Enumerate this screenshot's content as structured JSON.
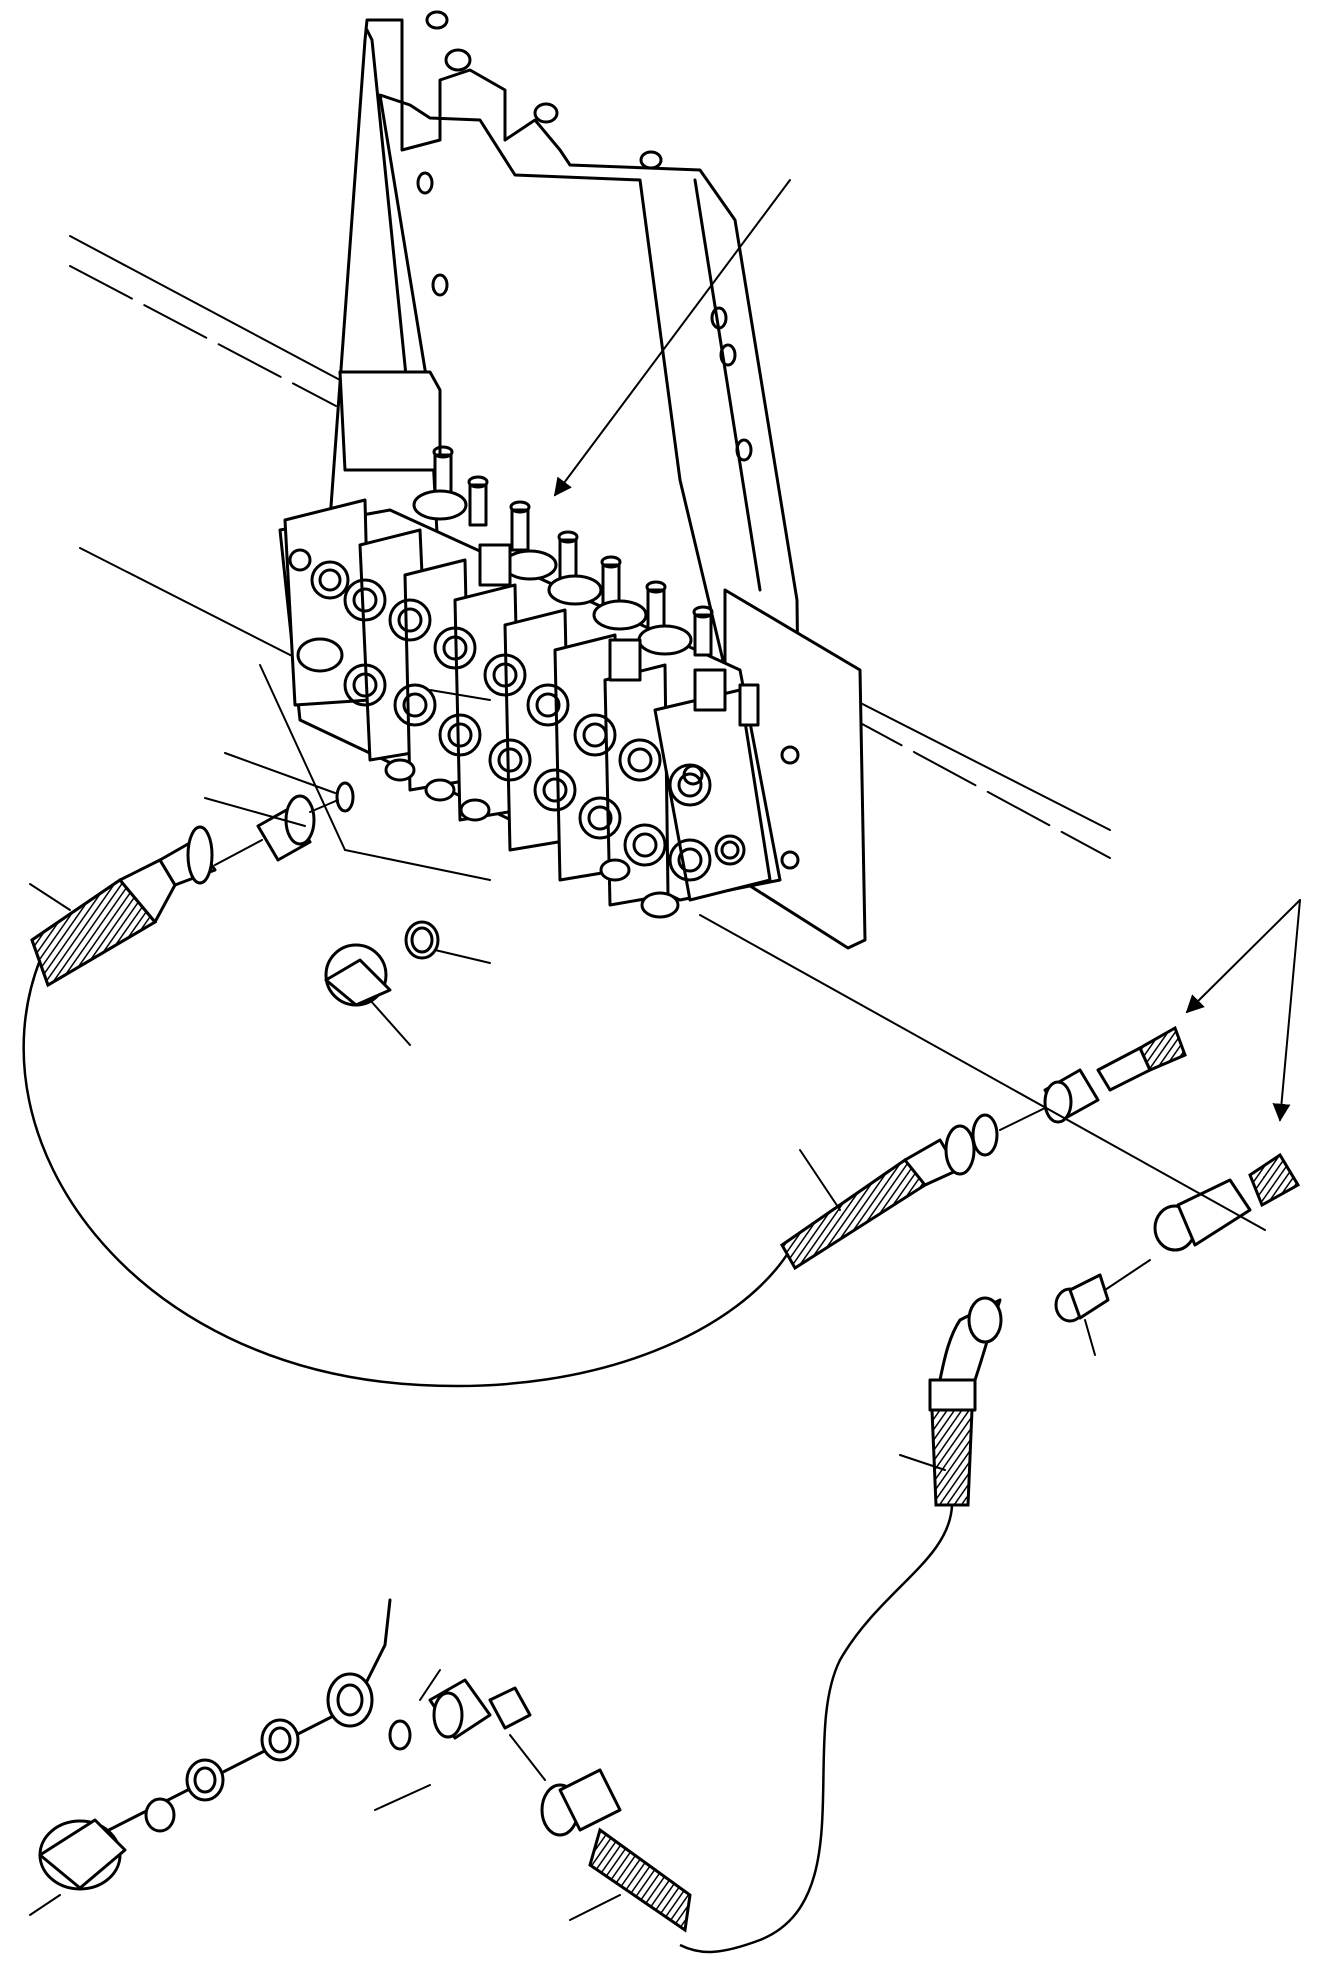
{
  "diagram": {
    "kind": "exploded-parts-illustration",
    "components": [
      "mounting-bracket",
      "control-valve",
      "hose",
      "adapter",
      "o-ring",
      "plug",
      "elbow-fitting",
      "port-block"
    ],
    "leaders": 12,
    "arrows": 3
  }
}
